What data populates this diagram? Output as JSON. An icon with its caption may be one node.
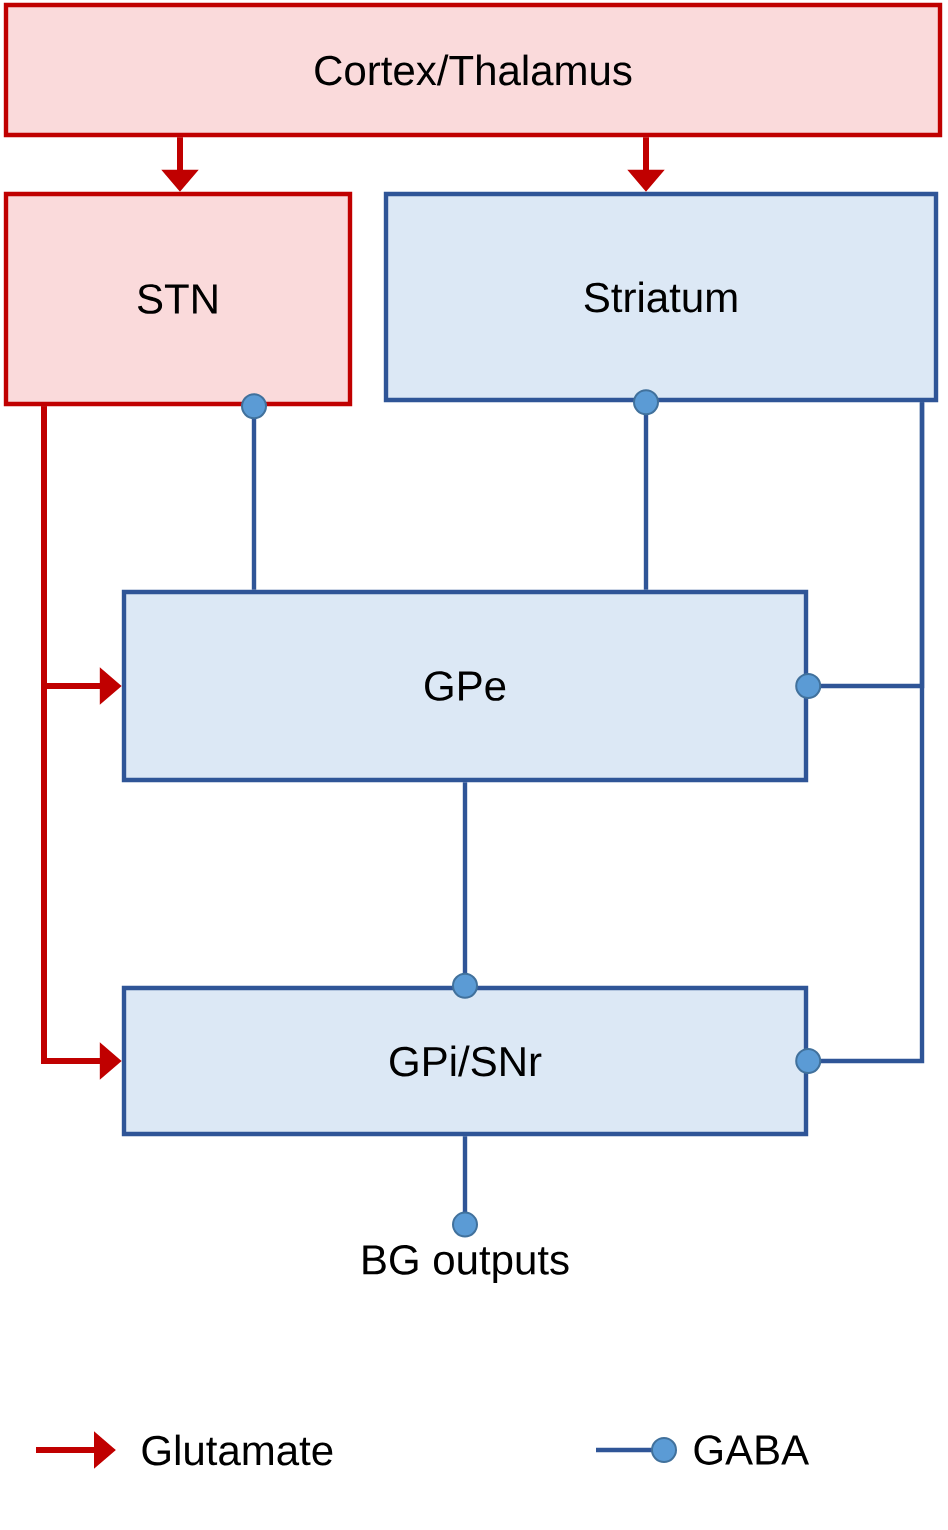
{
  "diagram": {
    "nodes": [
      {
        "text": [
          "Cortex/Thalamus"
        ]
      },
      {
        "text": [
          "STN"
        ]
      },
      {
        "text": [
          "Striatum"
        ]
      },
      {
        "text": [
          "GPe"
        ]
      },
      {
        "text": [
          "GPi/SNr"
        ]
      },
      {
        "text": [
          "BG outputs"
        ]
      }
    ],
    "edges": [
      {
        "from": 0,
        "to": 1,
        "arrow": "to",
        "color": "#c00000"
      },
      {
        "from": 0,
        "to": 2,
        "arrow": "to",
        "color": "#c00000"
      },
      {
        "from": 1,
        "to": 3,
        "arrow": "to",
        "color": "#c00000"
      },
      {
        "from": 1,
        "to": 4,
        "arrow": "to",
        "color": "#c00000"
      },
      {
        "from": 3,
        "to": 1,
        "arrow": "other"
      },
      {
        "from": 3,
        "to": 2,
        "arrow": "other"
      },
      {
        "from": 2,
        "to": 3,
        "arrow": "other"
      },
      {
        "from": 2,
        "to": 4,
        "arrow": "other"
      },
      {
        "from": 3,
        "to": 4,
        "arrow": "other"
      },
      {
        "from": 4,
        "to": 5,
        "arrow": "other"
      }
    ],
    "legend": [
      {
        "text": "Glutamate"
      },
      {
        "text": "GABA"
      }
    ]
  }
}
